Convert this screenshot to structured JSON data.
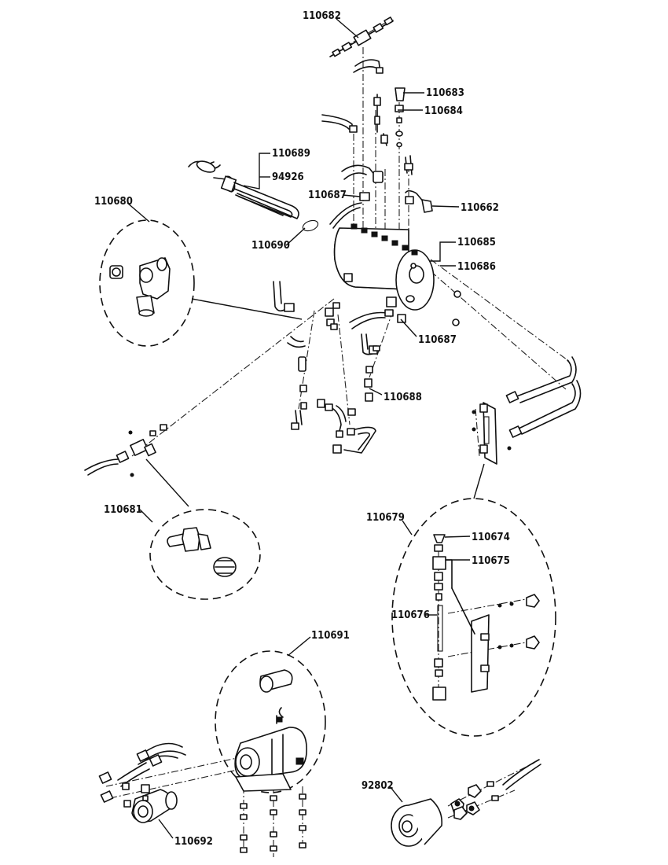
{
  "callouts": {
    "p110682": "110682",
    "p110683": "110683",
    "p110684": "110684",
    "p110689": "110689",
    "p94926": "94926",
    "p110687a": "110687",
    "p110662": "110662",
    "p110680": "110680",
    "p110690": "110690",
    "p110685": "110685",
    "p110686": "110686",
    "p110687b": "110687",
    "p110688": "110688",
    "p110681": "110681",
    "p110679": "110679",
    "p110674": "110674",
    "p110675": "110675",
    "p110676": "110676",
    "p110691": "110691",
    "p92802": "92802",
    "p110692": "110692"
  }
}
